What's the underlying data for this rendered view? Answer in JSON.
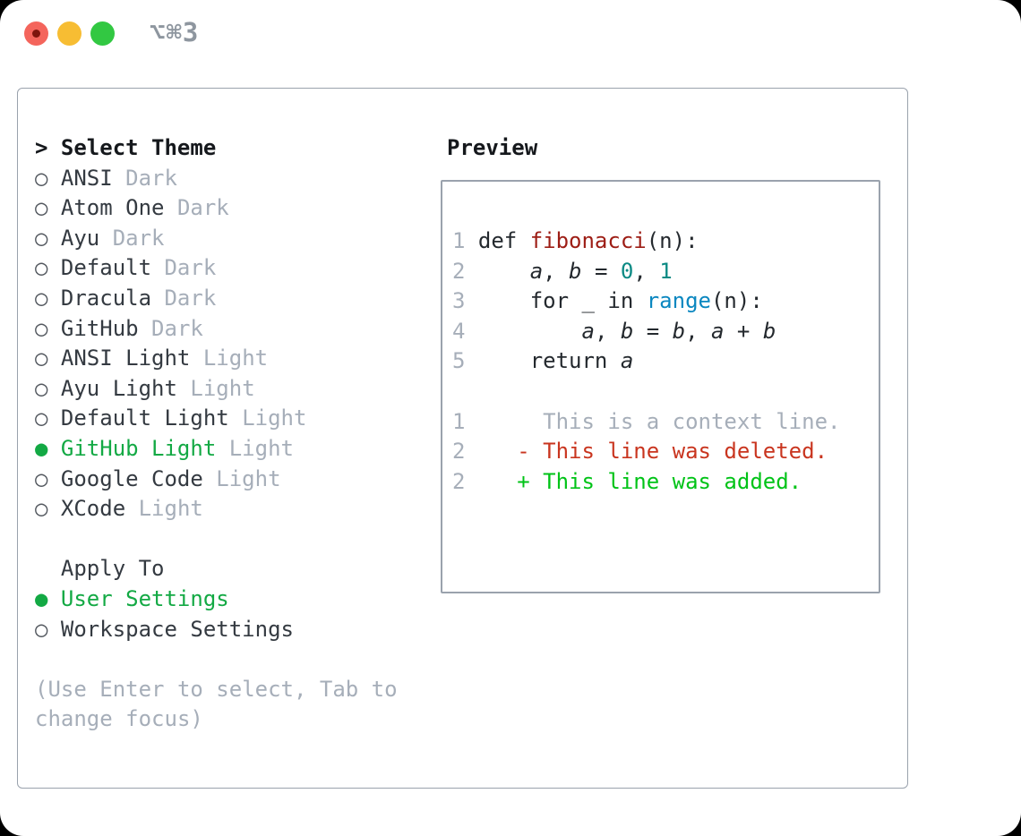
{
  "titlebar": {
    "shortcut_label": "⌥⌘3"
  },
  "theme_selector": {
    "prompt": ">",
    "header": "Select Theme",
    "marker_unselected": "○",
    "marker_selected": "●",
    "items": [
      {
        "name": "ANSI",
        "variant": "Dark",
        "selected": false
      },
      {
        "name": "Atom One",
        "variant": "Dark",
        "selected": false
      },
      {
        "name": "Ayu",
        "variant": "Dark",
        "selected": false
      },
      {
        "name": "Default",
        "variant": "Dark",
        "selected": false
      },
      {
        "name": "Dracula",
        "variant": "Dark",
        "selected": false
      },
      {
        "name": "GitHub",
        "variant": "Dark",
        "selected": false
      },
      {
        "name": "ANSI Light",
        "variant": "Light",
        "selected": false
      },
      {
        "name": "Ayu Light",
        "variant": "Light",
        "selected": false
      },
      {
        "name": "Default Light",
        "variant": "Light",
        "selected": false
      },
      {
        "name": "GitHub Light",
        "variant": "Light",
        "selected": true
      },
      {
        "name": "Google Code",
        "variant": "Light",
        "selected": false
      },
      {
        "name": "XCode",
        "variant": "Light",
        "selected": false
      }
    ]
  },
  "apply_to": {
    "header": "Apply To",
    "options": [
      {
        "label": "User Settings",
        "selected": true
      },
      {
        "label": "Workspace Settings",
        "selected": false
      }
    ]
  },
  "hint": {
    "line1": "(Use Enter to select, Tab to",
    "line2": "change focus)"
  },
  "preview": {
    "header": "Preview",
    "lines": [
      {
        "num": "1",
        "segs": [
          {
            "t": "def ",
            "c": "code"
          },
          {
            "t": "fibonacci",
            "c": "func"
          },
          {
            "t": "(n):",
            "c": "code"
          }
        ]
      },
      {
        "num": "2",
        "segs": [
          {
            "t": "    ",
            "c": "code"
          },
          {
            "t": "a",
            "c": "var"
          },
          {
            "t": ", ",
            "c": "code"
          },
          {
            "t": "b",
            "c": "var"
          },
          {
            "t": " = ",
            "c": "code"
          },
          {
            "t": "0",
            "c": "num"
          },
          {
            "t": ", ",
            "c": "code"
          },
          {
            "t": "1",
            "c": "num"
          }
        ]
      },
      {
        "num": "3",
        "segs": [
          {
            "t": "    for _ in ",
            "c": "code"
          },
          {
            "t": "range",
            "c": "builtin"
          },
          {
            "t": "(n):",
            "c": "code"
          }
        ]
      },
      {
        "num": "4",
        "segs": [
          {
            "t": "        ",
            "c": "code"
          },
          {
            "t": "a",
            "c": "var"
          },
          {
            "t": ", ",
            "c": "code"
          },
          {
            "t": "b",
            "c": "var"
          },
          {
            "t": " = ",
            "c": "code"
          },
          {
            "t": "b",
            "c": "var"
          },
          {
            "t": ", ",
            "c": "code"
          },
          {
            "t": "a",
            "c": "var"
          },
          {
            "t": " + ",
            "c": "code"
          },
          {
            "t": "b",
            "c": "var"
          }
        ]
      },
      {
        "num": "5",
        "segs": [
          {
            "t": "    return ",
            "c": "code"
          },
          {
            "t": "a",
            "c": "var"
          }
        ]
      },
      {
        "num": "",
        "segs": []
      },
      {
        "num": "1",
        "segs": [
          {
            "t": "     This is a context line.",
            "c": "context"
          }
        ]
      },
      {
        "num": "2",
        "segs": [
          {
            "t": "   - This line was deleted.",
            "c": "deleted"
          }
        ]
      },
      {
        "num": "2",
        "segs": [
          {
            "t": "   + This line was added.",
            "c": "added"
          }
        ]
      }
    ]
  },
  "colors": {
    "selected_green": "#13a944",
    "added_green": "#00c317",
    "deleted_red": "#c9351f",
    "function_red": "#9d1d15",
    "number_teal": "#0b8a84",
    "builtin_blue": "#0b87c0",
    "code_text": "#24292e",
    "item_text": "#343a41",
    "heading": "#15181c",
    "muted": "#a6aeb9",
    "ring": "#52575e",
    "border": "#9aa2ad",
    "titlebar_text": "#8e969f",
    "light_red": "#f4655c",
    "light_red_dot": "#7e150d",
    "light_yellow": "#f7bd33",
    "light_green": "#32c842"
  }
}
